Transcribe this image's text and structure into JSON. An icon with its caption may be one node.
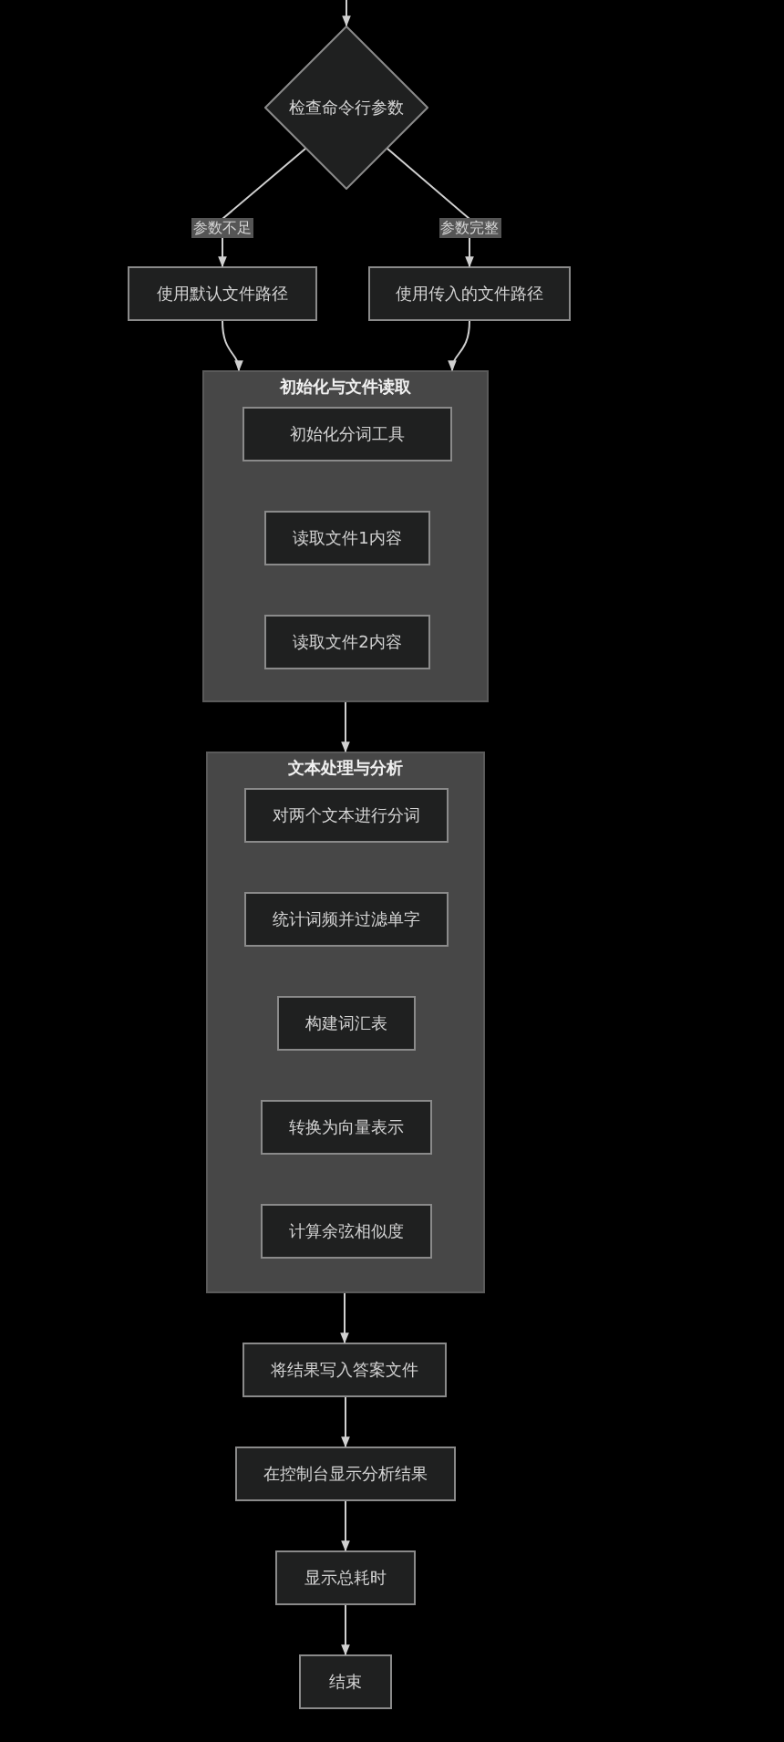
{
  "diagram": {
    "nodes": [
      {
        "text": [
          "检查命令行参数"
        ]
      },
      {
        "text": [
          "使用默认文件路径"
        ]
      },
      {
        "text": [
          "使用传入的文件路径"
        ]
      },
      {
        "text": [
          "初始化与文件读取"
        ]
      },
      {
        "text": [
          "初始化分词工具"
        ],
        "in": 3
      },
      {
        "text": [
          "读取文件1内容"
        ],
        "in": 3
      },
      {
        "text": [
          "读取文件2内容"
        ],
        "in": 3
      },
      {
        "text": [
          "文本处理与分析"
        ]
      },
      {
        "text": [
          "对两个文本进行分词"
        ],
        "in": 7
      },
      {
        "text": [
          "统计词频并过滤单字"
        ],
        "in": 7
      },
      {
        "text": [
          "构建词汇表"
        ],
        "in": 7
      },
      {
        "text": [
          "转换为向量表示"
        ],
        "in": 7
      },
      {
        "text": [
          "计算余弦相似度"
        ],
        "in": 7
      },
      {
        "text": [
          "将结果写入答案文件"
        ]
      },
      {
        "text": [
          "在控制台显示分析结果"
        ]
      },
      {
        "text": [
          "显示总耗时"
        ]
      },
      {
        "text": [
          "结束"
        ]
      }
    ],
    "edges": [
      {
        "from": null,
        "to": 0,
        "arrow": "to"
      },
      {
        "from": 0,
        "to": 1,
        "arrow": "to",
        "label": "参数不足"
      },
      {
        "from": 0,
        "to": 2,
        "arrow": "to",
        "label": "参数完整"
      },
      {
        "from": 1,
        "to": 3,
        "arrow": "to"
      },
      {
        "from": 2,
        "to": 3,
        "arrow": "to"
      },
      {
        "from": 3,
        "to": 7,
        "arrow": "to"
      },
      {
        "from": 7,
        "to": 13,
        "arrow": "to"
      },
      {
        "from": 13,
        "to": 14,
        "arrow": "to"
      },
      {
        "from": 14,
        "to": 15,
        "arrow": "to"
      },
      {
        "from": 15,
        "to": 16,
        "arrow": "to"
      }
    ]
  }
}
